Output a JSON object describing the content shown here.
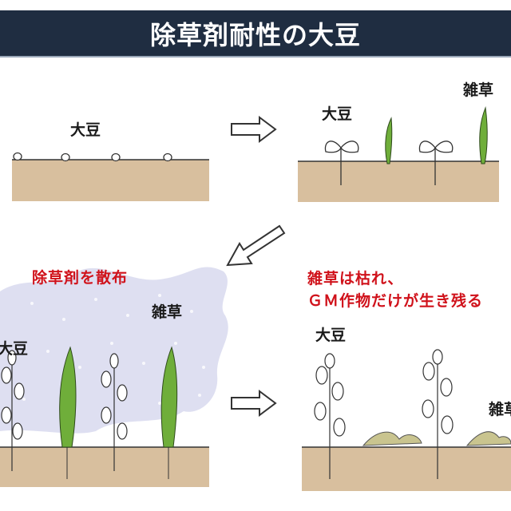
{
  "title": "除草剤耐性の大豆",
  "panel1": {
    "soybean_label": "大豆"
  },
  "panel2": {
    "soybean_label": "大豆",
    "weed_label": "雑草"
  },
  "panel3": {
    "action_label": "除草剤を散布",
    "soybean_label": "大豆",
    "weed_label": "雑草"
  },
  "panel4": {
    "result_line1": "雑草は枯れ、",
    "result_line2": "ＧＭ作物だけが生き残る",
    "soybean_label": "大豆",
    "weed_label": "雑草"
  },
  "colors": {
    "title_bg": "#1f2d41",
    "accent_red": "#d0121b",
    "soil": "#d8bf9e",
    "spray": "#d9dbee",
    "weed_green": "#6fae3a"
  }
}
